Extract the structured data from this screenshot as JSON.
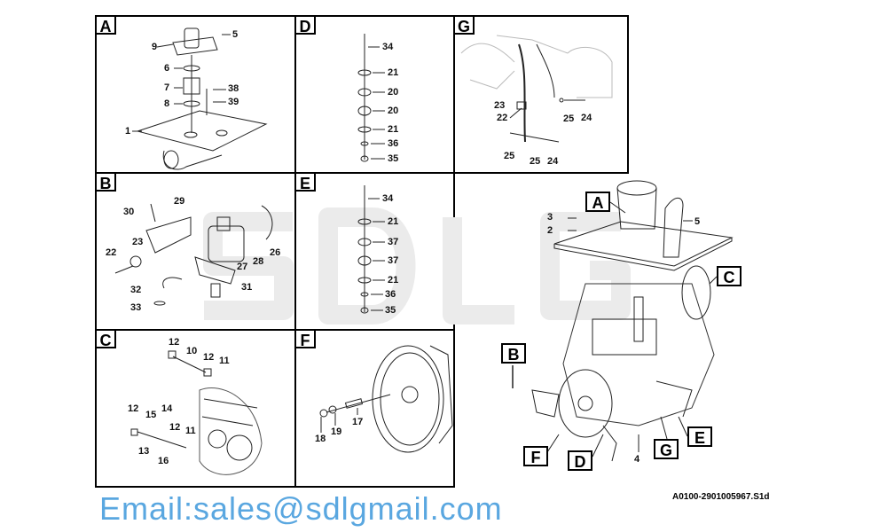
{
  "panels": {
    "A": {
      "letter": "A",
      "callouts": [
        "9",
        "5",
        "6",
        "7",
        "38",
        "8",
        "39",
        "1"
      ]
    },
    "D": {
      "letter": "D",
      "callouts": [
        "34",
        "21",
        "20",
        "20",
        "21",
        "36",
        "35"
      ]
    },
    "G": {
      "letter": "G",
      "callouts": [
        "23",
        "22",
        "25",
        "24",
        "25",
        "25",
        "24"
      ]
    },
    "B": {
      "letter": "B",
      "callouts": [
        "30",
        "29",
        "23",
        "22",
        "27",
        "28",
        "26",
        "32",
        "31",
        "33"
      ]
    },
    "E": {
      "letter": "E",
      "callouts": [
        "34",
        "21",
        "37",
        "37",
        "21",
        "36",
        "35"
      ]
    },
    "C": {
      "letter": "C",
      "callouts": [
        "12",
        "10",
        "12",
        "11",
        "12",
        "15",
        "14",
        "12",
        "11",
        "13",
        "16"
      ]
    },
    "F": {
      "letter": "F",
      "callouts": [
        "17",
        "18",
        "19"
      ]
    }
  },
  "overview": {
    "boxes": [
      "A",
      "B",
      "C",
      "D",
      "E",
      "F",
      "G"
    ],
    "numbers": [
      "3",
      "2",
      "5",
      "4"
    ]
  },
  "watermark": {
    "email": "Email:sales@sdlgmail.com",
    "logo": "SDLG"
  },
  "drawing_code": "A0100-2901005967.S1d"
}
